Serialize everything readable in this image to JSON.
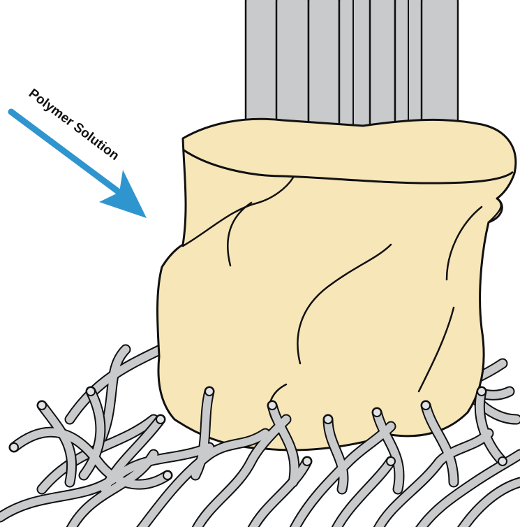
{
  "diagram": {
    "label": "Polymer Solution",
    "colors": {
      "arrow": "#2f95cf",
      "coating": "#f7e6b8",
      "fiber": "#c9cacc",
      "outline": "#111111",
      "background": "#ffffff"
    },
    "parts": [
      "polymer-solution-arrow",
      "fiber-bundle",
      "polymer-coating",
      "tangled-fiber-mat"
    ]
  }
}
